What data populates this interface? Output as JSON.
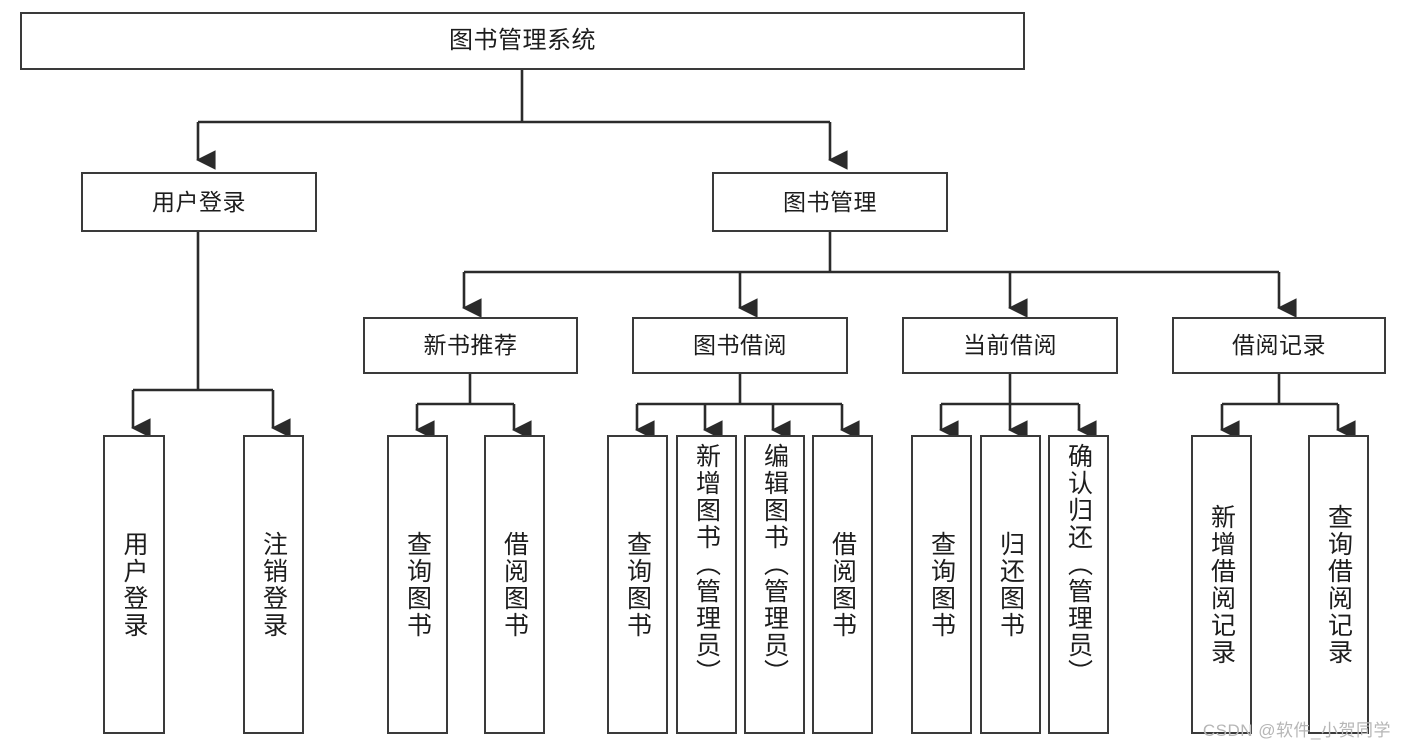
{
  "diagram": {
    "title": "图书管理系统",
    "type": "hierarchy-tree",
    "root": {
      "label": "图书管理系统"
    },
    "level2": [
      {
        "label": "用户登录"
      },
      {
        "label": "图书管理"
      }
    ],
    "level3": [
      {
        "label": "新书推荐"
      },
      {
        "label": "图书借阅"
      },
      {
        "label": "当前借阅"
      },
      {
        "label": "借阅记录"
      }
    ],
    "leaves": {
      "user_login": [
        {
          "label": "用户登录"
        },
        {
          "label": "注销登录"
        }
      ],
      "new_book": [
        {
          "label": "查询图书"
        },
        {
          "label": "借阅图书"
        }
      ],
      "book_borrow": [
        {
          "label": "查询图书"
        },
        {
          "label": "新增图书（管理员）"
        },
        {
          "label": "编辑图书（管理员）"
        },
        {
          "label": "借阅图书"
        }
      ],
      "current_borrow": [
        {
          "label": "查询图书"
        },
        {
          "label": "归还图书"
        },
        {
          "label": "确认归还（管理员）"
        }
      ],
      "borrow_record": [
        {
          "label": "新增借阅记录"
        },
        {
          "label": "查询借阅记录"
        }
      ]
    }
  },
  "watermark": {
    "text": "CSDN @软件_小贺同学"
  },
  "colors": {
    "stroke": "#3a3a3a",
    "background": "#ffffff",
    "text": "#1d1d1d",
    "watermark": "#b6b6b6"
  }
}
